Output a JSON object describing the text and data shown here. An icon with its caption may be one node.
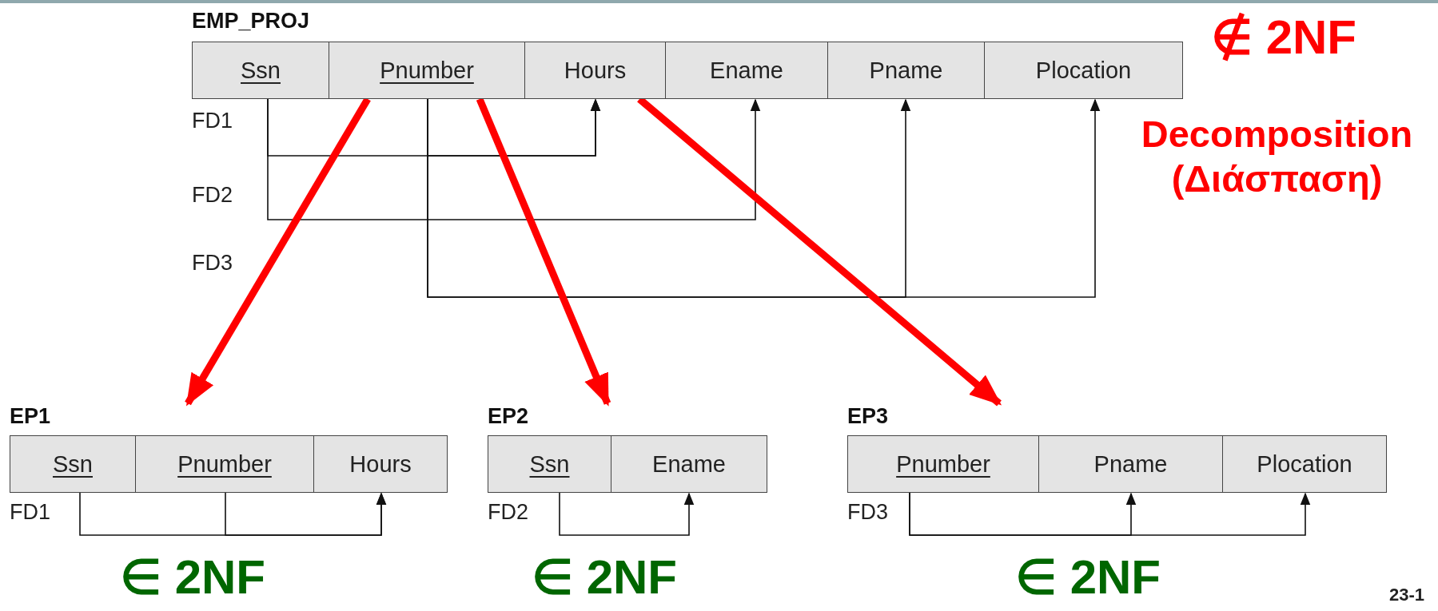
{
  "diagram": {
    "nodes": [
      {
        "text": [
          "EMP_PROJ"
        ],
        "beside": [
          "∉ 2NF"
        ]
      },
      {
        "text": [
          "Ssn"
        ],
        "in": 0
      },
      {
        "text": [
          "Pnumber"
        ],
        "in": 0
      },
      {
        "text": [
          "Hours"
        ],
        "in": 0
      },
      {
        "text": [
          "Ename"
        ],
        "in": 0
      },
      {
        "text": [
          "Pname"
        ],
        "in": 0
      },
      {
        "text": [
          "Plocation"
        ],
        "in": 0
      },
      {
        "text": [
          "EP1"
        ],
        "beside": [
          "∈ 2NF"
        ]
      },
      {
        "text": [
          "Ssn"
        ],
        "in": 7
      },
      {
        "text": [
          "Pnumber"
        ],
        "in": 7
      },
      {
        "text": [
          "Hours"
        ],
        "in": 7
      },
      {
        "text": [
          "EP2"
        ],
        "beside": [
          "∈ 2NF"
        ]
      },
      {
        "text": [
          "Ssn"
        ],
        "in": 11
      },
      {
        "text": [
          "Ename"
        ],
        "in": 11
      },
      {
        "text": [
          "EP3"
        ],
        "beside": [
          "∈ 2NF"
        ]
      },
      {
        "text": [
          "Pnumber"
        ],
        "in": 14
      },
      {
        "text": [
          "Pname"
        ],
        "in": 14
      },
      {
        "text": [
          "Plocation"
        ],
        "in": 14
      }
    ],
    "edges": [
      {
        "from": 1,
        "to": 3,
        "arrow": "to"
      },
      {
        "from": 2,
        "to": 3,
        "arrow": "to"
      },
      {
        "from": 1,
        "to": 4,
        "arrow": "to"
      },
      {
        "from": 2,
        "to": 5,
        "arrow": "to"
      },
      {
        "from": 2,
        "to": 6,
        "arrow": "to"
      },
      {
        "from": 0,
        "to": 7,
        "arrow": "to",
        "style": "thick",
        "color": "#ff0000"
      },
      {
        "from": 0,
        "to": 11,
        "arrow": "to",
        "style": "thick",
        "color": "#ff0000"
      },
      {
        "from": 0,
        "to": 14,
        "arrow": "to",
        "style": "thick",
        "color": "#ff0000"
      },
      {
        "from": 8,
        "to": 10,
        "arrow": "to"
      },
      {
        "from": 9,
        "to": 10,
        "arrow": "to"
      },
      {
        "from": 12,
        "to": 13,
        "arrow": "to"
      },
      {
        "from": 15,
        "to": 16,
        "arrow": "to"
      },
      {
        "from": 15,
        "to": 17,
        "arrow": "to"
      }
    ],
    "labels": [
      "FD1",
      "FD2",
      "FD3",
      "Decomposition (Διάσπαση)",
      "FD1",
      "FD2",
      "FD3",
      "23-1"
    ]
  }
}
